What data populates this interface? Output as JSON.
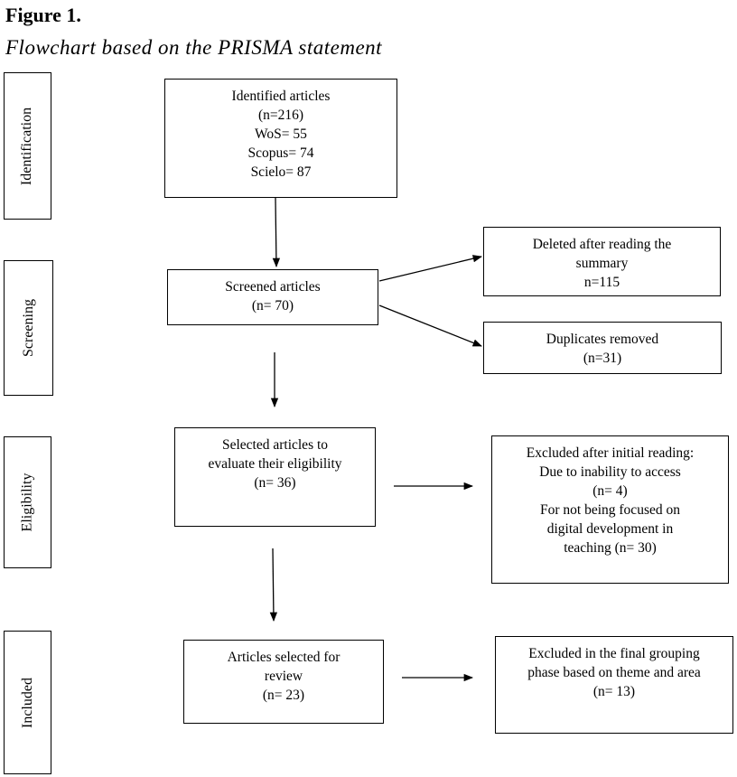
{
  "figure": {
    "label": "Figure 1.",
    "title": "Flowchart based on the PRISMA statement"
  },
  "stages": [
    "Identification",
    "Screening",
    "Eligibility",
    "Included"
  ],
  "nodes": {
    "identified": [
      "Identified articles",
      "(n=216)",
      "WoS= 55",
      "Scopus= 74",
      "Scielo= 87"
    ],
    "screened": [
      "Screened articles",
      "(n= 70)"
    ],
    "deleted_summary": [
      "Deleted after reading the",
      "summary",
      "n=115"
    ],
    "duplicates": [
      "Duplicates removed",
      "(n=31)"
    ],
    "eligibility": [
      "Selected articles to",
      "evaluate their eligibility",
      "(n= 36)"
    ],
    "excluded_initial": [
      "Excluded after initial reading:",
      "Due to inability to access",
      "(n= 4)",
      "For not being focused on",
      "digital development in",
      "teaching (n= 30)"
    ],
    "selected_review": [
      "Articles selected for",
      "review",
      "(n= 23)"
    ],
    "excluded_final": [
      "Excluded in the final grouping",
      "phase based on theme and area",
      "(n= 13)"
    ]
  },
  "edges": [
    {
      "from": "identified",
      "to": "screened"
    },
    {
      "from": "screened",
      "to": "deleted_summary"
    },
    {
      "from": "screened",
      "to": "duplicates"
    },
    {
      "from": "screened",
      "to": "eligibility"
    },
    {
      "from": "eligibility",
      "to": "excluded_initial"
    },
    {
      "from": "eligibility",
      "to": "selected_review"
    },
    {
      "from": "selected_review",
      "to": "excluded_final"
    }
  ]
}
